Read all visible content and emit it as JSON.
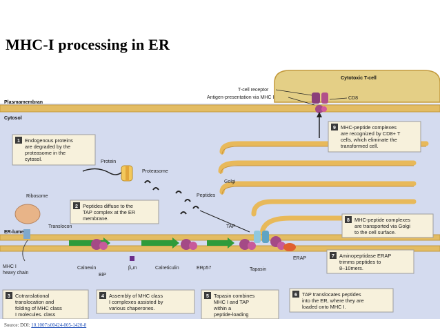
{
  "title": "MHC-I processing in ER",
  "source": {
    "prefix": "Source: DOI:",
    "doi": "10.1007/s00424-005-1420-8"
  },
  "diagram": {
    "cell_label": "Cytotoxic T-cell",
    "membrane_label": "Plasmamembran",
    "cytosol_label": "Cytosol",
    "er_lumen_label": "ER-lumen",
    "labels": {
      "tcell_receptor": "T-cell receptor",
      "antigen_presentation": "Antigen-presentation via MHC I",
      "cd8": "CD8",
      "protein": "Protein",
      "proteasome": "Proteasome",
      "peptides": "Peptides",
      "golgi": "Golgi",
      "ribosome": "Ribosome",
      "translocon": "Translocon",
      "tap": "TAP",
      "mhc_heavy_chain": [
        "MHC I",
        "heavy chain"
      ],
      "calnexin": "Calnexin",
      "bip": "BiP",
      "b2m": "β₂m",
      "calreticulin": "Calreticulin",
      "erp57": "ERp57",
      "tapasin": "Tapasin",
      "erap": "ERAP"
    },
    "steps": [
      {
        "num": "1",
        "lines": [
          "Endogenous proteins",
          "are degraded by the",
          "proteasome in the",
          "cytosol."
        ]
      },
      {
        "num": "2",
        "lines": [
          "Peptides diffuse to the",
          "TAP complex at the ER",
          "membrane."
        ]
      },
      {
        "num": "3",
        "lines": [
          "Cotranslational",
          "translocation and",
          "folding of MHC class",
          "I molecules. class"
        ]
      },
      {
        "num": "4",
        "lines": [
          "Assembly of MHC class",
          "I complexes assisted by",
          "various chaperones."
        ]
      },
      {
        "num": "5",
        "lines": [
          "Tapasin combines",
          "MHC I and TAP",
          "within a",
          "peptide-loading"
        ]
      },
      {
        "num": "6",
        "lines": [
          "TAP translocates peptides",
          "into the ER, where they are",
          "loaded onto MHC I."
        ]
      },
      {
        "num": "7",
        "lines": [
          "Aminopeptidase ERAP",
          "trimms peptides to",
          "8–10mers."
        ]
      },
      {
        "num": "8",
        "lines": [
          "MHC-peptide complexes",
          "are transported via Golgi",
          "to the cell surface."
        ]
      },
      {
        "num": "9",
        "lines": [
          "MHC-peptide complexes",
          "are recognized by CD8+ T",
          "cells, which eliminate the",
          "transformed cell."
        ]
      }
    ]
  }
}
